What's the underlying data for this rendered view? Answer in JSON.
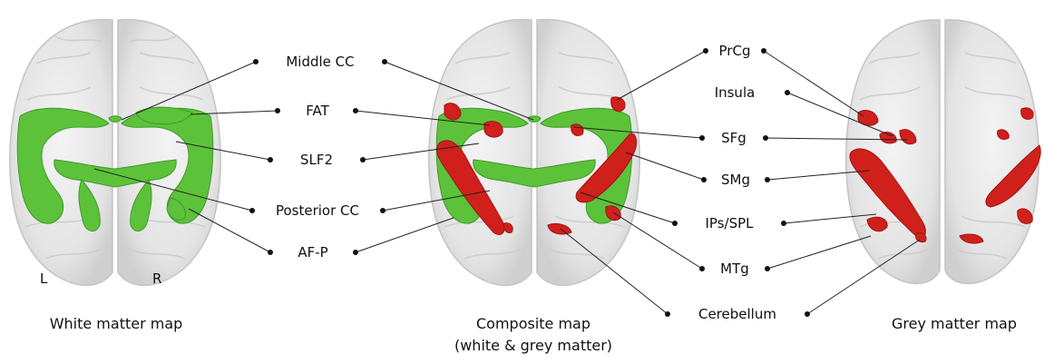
{
  "figure": {
    "panels": {
      "white": {
        "caption": "White matter map",
        "left_marker": "L",
        "right_marker": "R"
      },
      "composite": {
        "caption_line1": "Composite map",
        "caption_line2": "(white & grey matter)"
      },
      "grey": {
        "caption": "Grey matter map"
      }
    },
    "white_matter_labels": [
      "Middle CC",
      "FAT",
      "SLF2",
      "Posterior CC",
      "AF-P"
    ],
    "grey_matter_labels": [
      "PrCg",
      "Insula",
      "SFg",
      "SMg",
      "IPs/SPL",
      "MTg",
      "Cerebellum"
    ]
  },
  "colors": {
    "white_matter": "#5cc23a",
    "white_matter_dark": "#3f9a2a",
    "grey_matter": "#d0201c",
    "grey_matter_dark": "#9e1512",
    "brain": "#e9e9e9",
    "brain_outline": "#c4c4c4"
  }
}
